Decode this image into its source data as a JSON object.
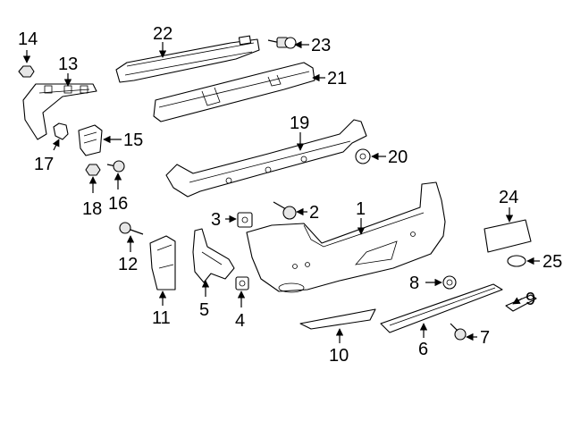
{
  "callouts": {
    "c1": "1",
    "c2": "2",
    "c3": "3",
    "c4": "4",
    "c5": "5",
    "c6": "6",
    "c7": "7",
    "c8": "8",
    "c9": "9",
    "c10": "10",
    "c11": "11",
    "c12": "12",
    "c13": "13",
    "c14": "14",
    "c15": "15",
    "c16": "16",
    "c17": "17",
    "c18": "18",
    "c19": "19",
    "c20": "20",
    "c21": "21",
    "c22": "22",
    "c23": "23",
    "c24": "24",
    "c25": "25"
  },
  "colors": {
    "line": "#000000",
    "background": "#ffffff",
    "shading": "#e6e6e6"
  }
}
